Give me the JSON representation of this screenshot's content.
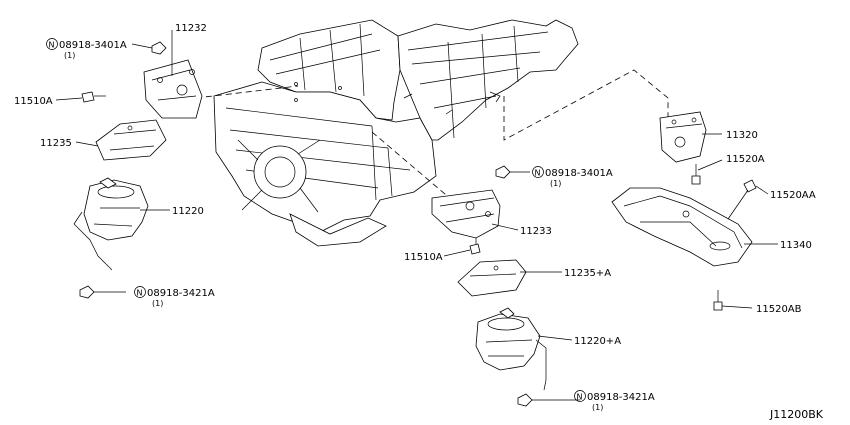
{
  "callouts": [
    {
      "id": "p11232",
      "text": "11232"
    },
    {
      "id": "p11510a_left",
      "text": "11510A"
    },
    {
      "id": "p11235",
      "text": "11235"
    },
    {
      "id": "p11220",
      "text": "11220"
    },
    {
      "id": "p11233",
      "text": "11233"
    },
    {
      "id": "p11510a_mid",
      "text": "11510A"
    },
    {
      "id": "p11235a",
      "text": "11235+A"
    },
    {
      "id": "p11220a",
      "text": "11220+A"
    },
    {
      "id": "p11320",
      "text": "11320"
    },
    {
      "id": "p11520a",
      "text": "11520A"
    },
    {
      "id": "p11520aa",
      "text": "11520AA"
    },
    {
      "id": "p11340",
      "text": "11340"
    },
    {
      "id": "p11520ab",
      "text": "11520AB"
    }
  ],
  "nut_callouts": [
    {
      "id": "nut_tl",
      "symbol": "N",
      "part": "08918-3401A",
      "qty": "(1)"
    },
    {
      "id": "nut_bl",
      "symbol": "N",
      "part": "08918-3421A",
      "qty": "(1)"
    },
    {
      "id": "nut_mr",
      "symbol": "N",
      "part": "08918-3401A",
      "qty": "(1)"
    },
    {
      "id": "nut_bm",
      "symbol": "N",
      "part": "08918-3421A",
      "qty": "(1)"
    }
  ],
  "diagram_code": "J11200BK"
}
